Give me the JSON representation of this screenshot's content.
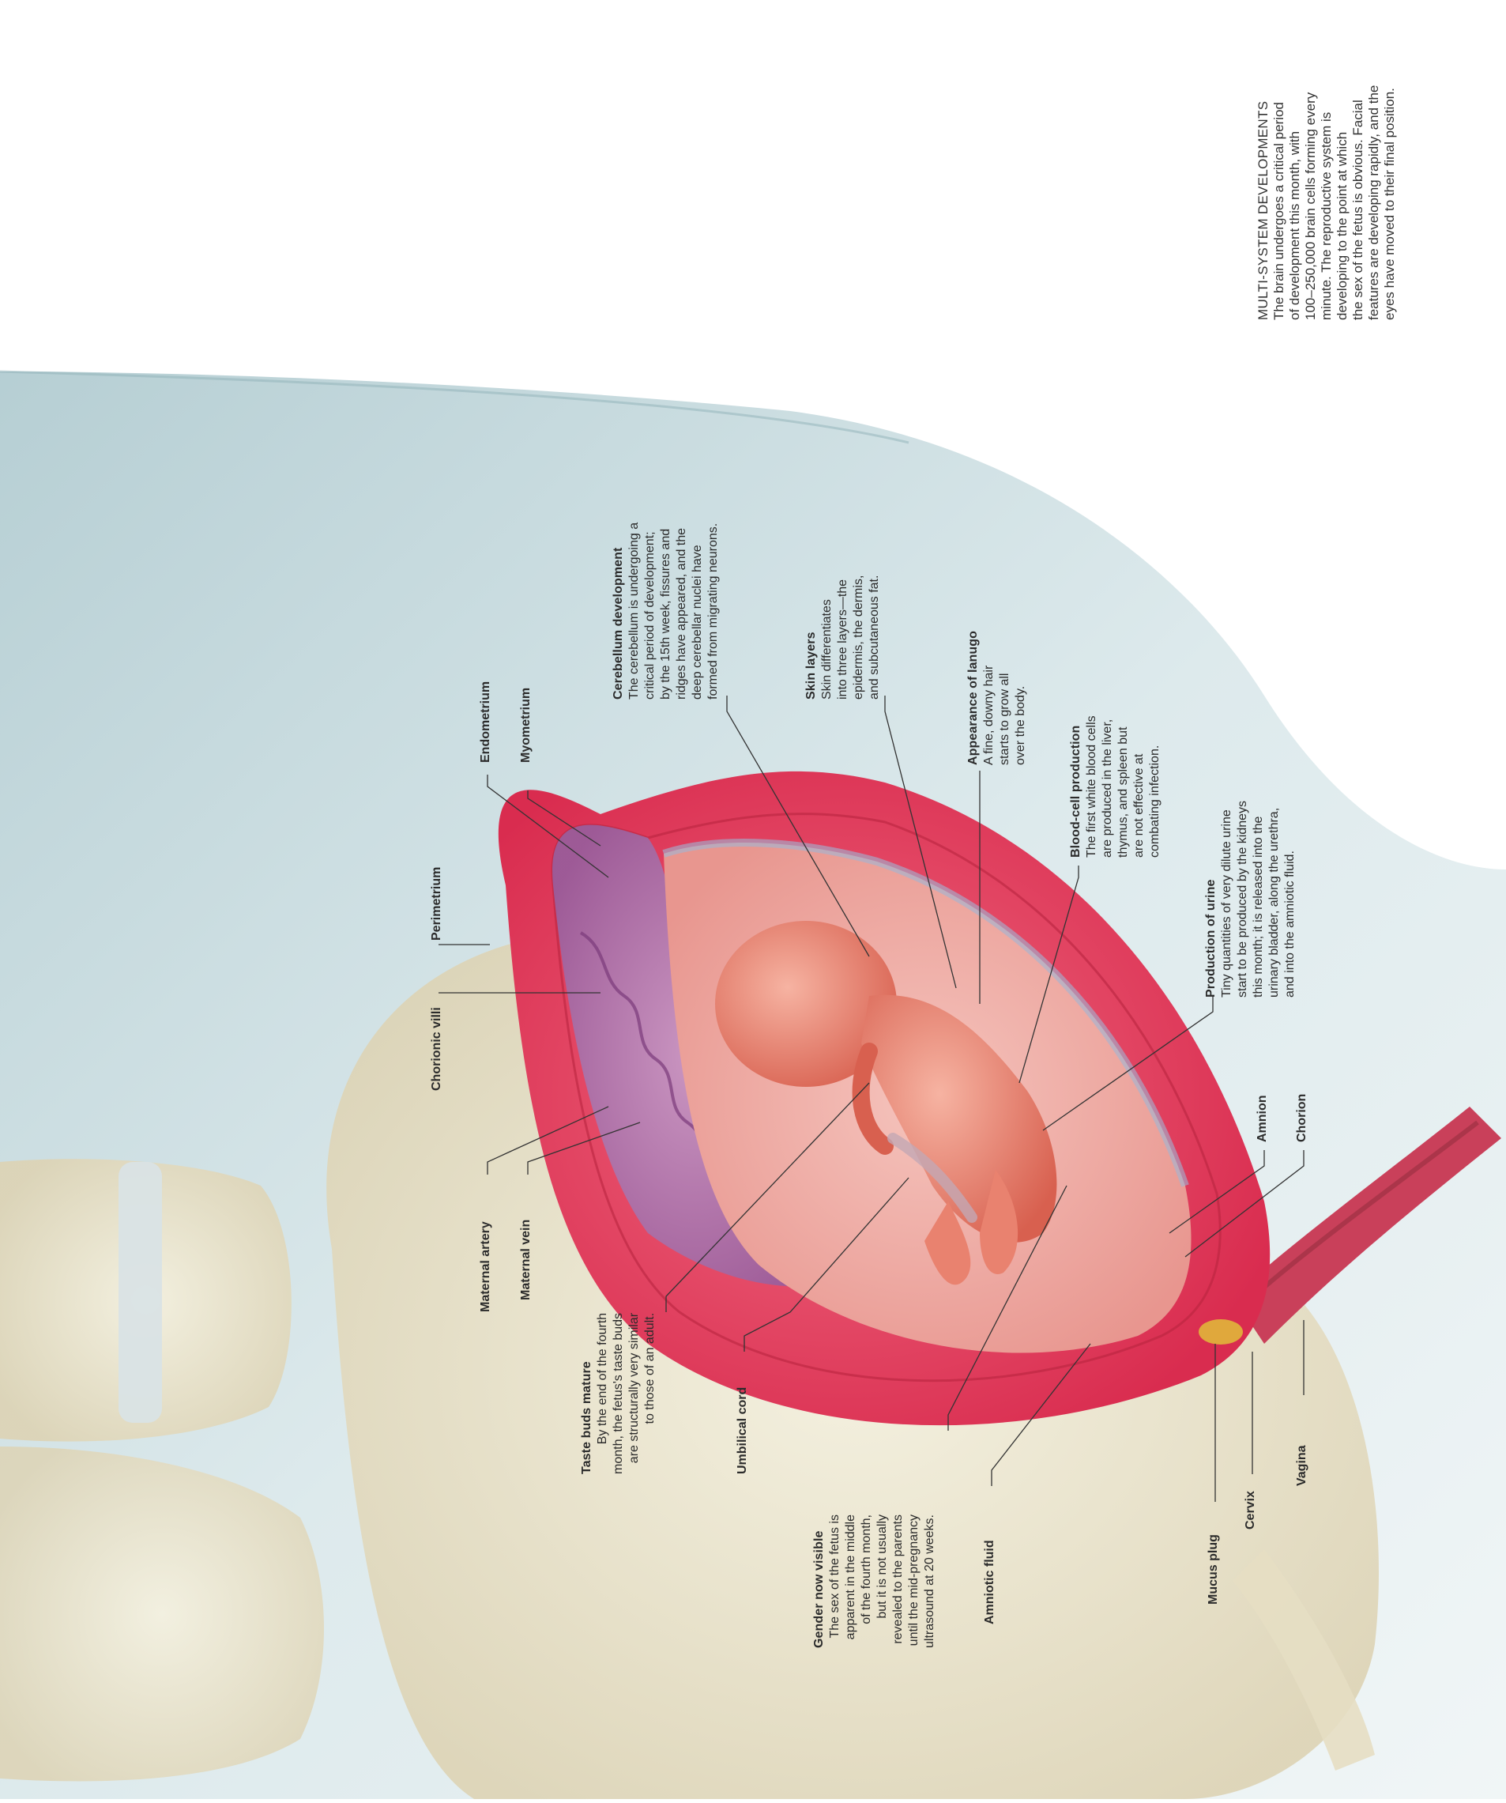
{
  "intro": {
    "heading": "MULTI-SYSTEM DEVELOPMENTS",
    "lines": [
      "The brain undergoes a critical period",
      "of development this month, with",
      "100–250,000 brain cells forming every",
      "minute. The reproductive system is",
      "developing to the point at which",
      "the sex of the fetus is obvious. Facial",
      "features are developing rapidly, and the",
      "eyes have moved to their final position."
    ]
  },
  "labels": {
    "perimetrium": "Perimetrium",
    "endometrium": "Endometrium",
    "myometrium": "Myometrium",
    "chorionic_villi": "Chorionic villi",
    "maternal_artery": "Maternal artery",
    "maternal_vein": "Maternal vein",
    "umbilical_cord": "Umbilical cord",
    "amniotic_fluid": "Amniotic fluid",
    "amnion": "Amnion",
    "chorion": "Chorion",
    "mucus_plug": "Mucus plug",
    "cervix": "Cervix",
    "vagina": "Vagina"
  },
  "callouts": {
    "cerebellum": {
      "title": "Cerebellum development",
      "lines": [
        "The cerebellum is undergoing a",
        "critical period of development;",
        "by the 15th week, fissures and",
        "ridges have appeared, and the",
        "deep cerebellar nuclei have",
        "formed from migrating neurons."
      ]
    },
    "skin": {
      "title": "Skin layers",
      "lines": [
        "Skin differentiates",
        "into three layers—the",
        "epidermis, the dermis,",
        "and subcutaneous fat."
      ]
    },
    "lanugo": {
      "title": "Appearance of lanugo",
      "lines": [
        "A fine, downy hair",
        "starts to grow all",
        "over the body."
      ]
    },
    "blood": {
      "title": "Blood-cell production",
      "lines": [
        "The first white blood cells",
        "are  produced in the liver,",
        "thymus, and spleen but",
        "are not effective at",
        "combating infection."
      ]
    },
    "urine": {
      "title": "Production of urine",
      "lines": [
        "Tiny quantities of very dilute urine",
        "start to be produced by the kidneys",
        "this month; it is released into the",
        "urinary bladder, along the urethra,",
        "and into the amniotic fluid."
      ]
    },
    "taste": {
      "title": "Taste buds mature",
      "lines": [
        "By the end of the fourth",
        "month, the fetus's taste buds",
        "are structurally very similar",
        "to those of an adult."
      ]
    },
    "gender": {
      "title": "Gender now visible",
      "lines": [
        "The sex of the fetus is",
        "apparent in the middle",
        "of the fourth month,",
        "but it is not usually",
        "revealed to the parents",
        "until the mid-pregnancy",
        "ultrasound at 20 weeks."
      ]
    }
  },
  "colors": {
    "body_skin": "#cfe0e4",
    "bone": "#ece6d0",
    "uterus_wall": "#e23e5e",
    "placenta": "#b67ab0",
    "fetus": "#ec8d7c",
    "amniotic": "#f1b0ab",
    "mucus_plug": "#e0a83c",
    "leader_line": "#333333"
  }
}
